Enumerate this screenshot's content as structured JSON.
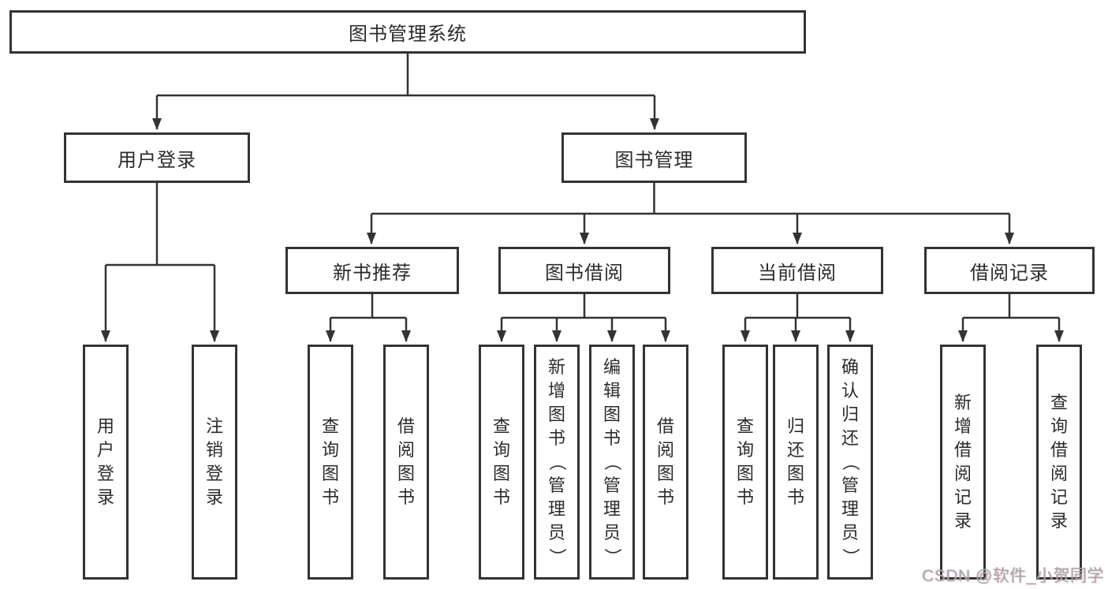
{
  "diagram": {
    "type": "tree",
    "colors": {
      "line": "#333333",
      "box_border": "#333333",
      "box_fill": "#ffffff",
      "text": "#2b2b2b",
      "watermark": "#a8a8a8",
      "background": "#ffffff"
    },
    "nodes": {
      "root": {
        "label": "图书管理系统"
      },
      "user_login": {
        "label": "用户登录",
        "parent": "图书管理系统"
      },
      "book_mgmt": {
        "label": "图书管理",
        "parent": "图书管理系统"
      },
      "new_books": {
        "label": "新书推荐",
        "parent": "图书管理"
      },
      "book_borrow": {
        "label": "图书借阅",
        "parent": "图书管理"
      },
      "current_borrow": {
        "label": "当前借阅",
        "parent": "图书管理"
      },
      "borrow_records": {
        "label": "借阅记录",
        "parent": "图书管理"
      }
    },
    "leaves": [
      {
        "label": "用户登录",
        "parent": "用户登录"
      },
      {
        "label": "注销登录",
        "parent": "用户登录"
      },
      {
        "label": "查询图书",
        "parent": "新书推荐"
      },
      {
        "label": "借阅图书",
        "parent": "新书推荐"
      },
      {
        "label": "查询图书",
        "parent": "图书借阅"
      },
      {
        "label": "新增图书（管理员）",
        "parent": "图书借阅"
      },
      {
        "label": "编辑图书（管理员）",
        "parent": "图书借阅"
      },
      {
        "label": "借阅图书",
        "parent": "图书借阅"
      },
      {
        "label": "查询图书",
        "parent": "当前借阅"
      },
      {
        "label": "归还图书",
        "parent": "当前借阅"
      },
      {
        "label": "确认归还（管理员）",
        "parent": "当前借阅"
      },
      {
        "label": "新增借阅记录",
        "parent": "借阅记录"
      },
      {
        "label": "查询借阅记录",
        "parent": "借阅记录"
      }
    ],
    "watermark": "CSDN @软件_小贺同学"
  }
}
